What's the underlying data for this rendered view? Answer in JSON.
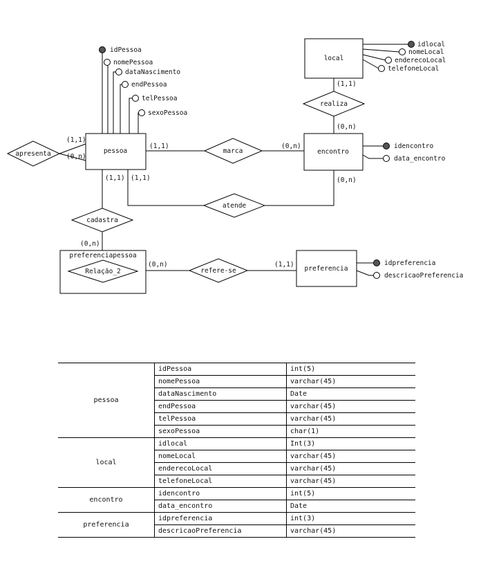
{
  "diagram": {
    "entities": {
      "pessoa": "pessoa",
      "local": "local",
      "encontro": "encontro",
      "preferencia": "preferencia",
      "preferenciapessoa": "preferenciapessoa"
    },
    "relationships": {
      "apresenta": "apresenta",
      "marca": "marca",
      "atende": "atende",
      "cadastra": "cadastra",
      "realiza": "realiza",
      "relacao2": "Relação_2",
      "referese": "refere-se"
    },
    "attributes": {
      "pessoa": [
        "idPessoa",
        "nomePessoa",
        "dataNascimento",
        "endPessoa",
        "telPessoa",
        "sexoPessoa"
      ],
      "local": [
        "idlocal",
        "nomeLocal",
        "enderecoLocal",
        "telefoneLocal"
      ],
      "encontro": [
        "idencontro",
        "data_encontro"
      ],
      "preferencia": [
        "idpreferencia",
        "descricaoPreferencia"
      ]
    },
    "cardinalities": {
      "apresenta_top": "(1,1)",
      "apresenta_bottom": "(0,n)",
      "marca_pessoa": "(1,1)",
      "marca_encontro": "(0,n)",
      "cadastra_pessoa": "(1,1)",
      "atende_pessoa": "(1,1)",
      "atende_encontro": "(0,n)",
      "realiza_local": "(1,1)",
      "realiza_encontro": "(0,n)",
      "cadastra_pref": "(0,n)",
      "referese_pp": "(0,n)",
      "referese_pref": "(1,1)"
    }
  },
  "table": {
    "groups": [
      {
        "entity": "pessoa",
        "rows": [
          [
            "idPessoa",
            "int(5)"
          ],
          [
            "nomePessoa",
            "varchar(45)"
          ],
          [
            "dataNascimento",
            "Date"
          ],
          [
            "endPessoa",
            "varchar(45)"
          ],
          [
            "telPessoa",
            "varchar(45)"
          ],
          [
            "sexoPessoa",
            "char(1)"
          ]
        ]
      },
      {
        "entity": "local",
        "rows": [
          [
            "idlocal",
            "Int(3)"
          ],
          [
            "nomeLocal",
            "varchar(45)"
          ],
          [
            "enderecoLocal",
            "varchar(45)"
          ],
          [
            "telefoneLocal",
            "varchar(45)"
          ]
        ]
      },
      {
        "entity": "encontro",
        "rows": [
          [
            "idencontro",
            "int(5)"
          ],
          [
            "data_encontro",
            "Date"
          ]
        ]
      },
      {
        "entity": "preferencia",
        "rows": [
          [
            "idpreferencia",
            "int(3)"
          ],
          [
            "descricaoPreferencia",
            "varchar(45)"
          ]
        ]
      }
    ]
  }
}
